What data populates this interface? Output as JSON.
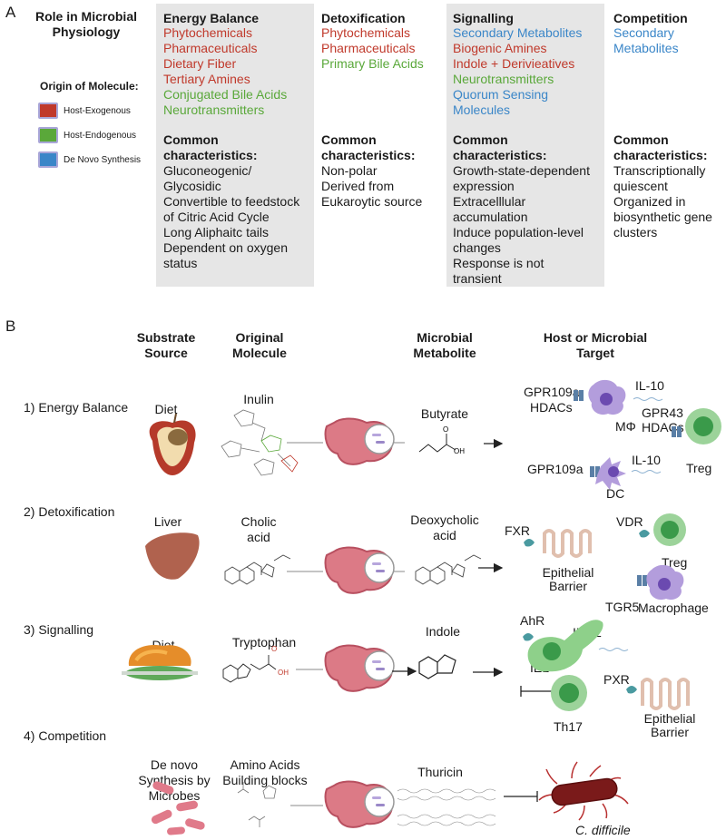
{
  "panelA": {
    "letter": "A",
    "role_header": "Role in Microbial Physiology",
    "origin_header": "Origin of Molecule:",
    "legend": [
      {
        "label": "Host-Exogenous",
        "color": "#c0392b"
      },
      {
        "label": "Host-Endogenous",
        "color": "#5aa83a"
      },
      {
        "label": "De Novo Synthesis",
        "color": "#3a86c8"
      }
    ],
    "columns": [
      {
        "title": "Energy Balance",
        "items": [
          {
            "text": "Phytochemicals",
            "origin": "exogenous"
          },
          {
            "text": "Pharmaceuticals",
            "origin": "exogenous"
          },
          {
            "text": "Dietary Fiber",
            "origin": "exogenous"
          },
          {
            "text": "Tertiary Amines",
            "origin": "exogenous"
          },
          {
            "text": "Conjugated Bile Acids",
            "origin": "endogenous"
          },
          {
            "text": "Neurotransmitters",
            "origin": "endogenous"
          }
        ],
        "char_header": "Common characteristics:",
        "char_lines": [
          "Gluconeogenic/",
          "Glycosidic",
          "Convertible to feedstock",
          "of Citric Acid Cycle",
          "Long Aliphaitc tails",
          "Dependent on oxygen",
          "status"
        ]
      },
      {
        "title": "Detoxification",
        "items": [
          {
            "text": "Phytochemicals",
            "origin": "exogenous"
          },
          {
            "text": "Pharmaceuticals",
            "origin": "exogenous"
          },
          {
            "text": "Primary Bile Acids",
            "origin": "endogenous"
          }
        ],
        "char_header": "Common characteristics:",
        "char_lines": [
          "Non-polar",
          "Derived from",
          "Eukaroytic source"
        ]
      },
      {
        "title": "Signalling",
        "items": [
          {
            "text": "Secondary Metabolites",
            "origin": "denovo"
          },
          {
            "text": "Biogenic Amines",
            "origin": "exogenous"
          },
          {
            "text": "Indole + Derivieatives",
            "origin": "exogenous"
          },
          {
            "text": "Neurotransmitters",
            "origin": "endogenous"
          },
          {
            "text": "Quorum Sensing",
            "origin": "denovo"
          },
          {
            "text": "Molecules",
            "origin": "denovo"
          }
        ],
        "char_header": "Common characteristics:",
        "char_lines": [
          "Growth-state-dependent",
          "expression",
          "Extracelllular",
          "accumulation",
          "Induce population-level",
          "changes",
          "Response is not",
          "transient"
        ]
      },
      {
        "title": "Competition",
        "items": [
          {
            "text": "Secondary",
            "origin": "denovo"
          },
          {
            "text": "Metabolites",
            "origin": "denovo"
          }
        ],
        "char_header": "Common characteristics:",
        "char_lines": [
          "Transcriptionally",
          "quiescent",
          "Organized in",
          "biosynthetic gene",
          "clusters"
        ]
      }
    ]
  },
  "panelB": {
    "letter": "B",
    "headers": {
      "substrate": "Substrate Source",
      "original": "Original Molecule",
      "metabolite": "Microbial Metabolite",
      "target": "Host or Microbial Target"
    },
    "rows": [
      {
        "label": "1) Energy Balance",
        "source": "Diet",
        "molecule": "Inulin",
        "metabolite": "Butyrate",
        "metabolite_oh": "OH",
        "metabolite_o": "O",
        "targets": [
          "GPR109a",
          "HDACs",
          "IL-10",
          "MΦ",
          "GPR43",
          "HDACs",
          "Treg",
          "GPR109a",
          "IL-10",
          "DC"
        ]
      },
      {
        "label": "2) Detoxification",
        "source": "Liver",
        "molecule": "Cholic acid",
        "metabolite": "Deoxycholic acid",
        "targets": [
          "FXR",
          "Epithelial Barrier",
          "VDR",
          "Treg",
          "TGR5",
          "Macrophage"
        ]
      },
      {
        "label": "3) Signalling",
        "source": "Diet",
        "molecule": "Tryptophan",
        "metabolite": "Indole",
        "targets": [
          "AhR",
          "IL-22",
          "IEL",
          "Th17",
          "PXR",
          "Epithelial Barrier"
        ]
      },
      {
        "label": "4) Competition",
        "source": "De novo Synthesis by Microbes",
        "molecule": "Amino Acids Building blocks",
        "metabolite": "Thuricin",
        "targets": [
          "C. difficile"
        ]
      }
    ]
  }
}
